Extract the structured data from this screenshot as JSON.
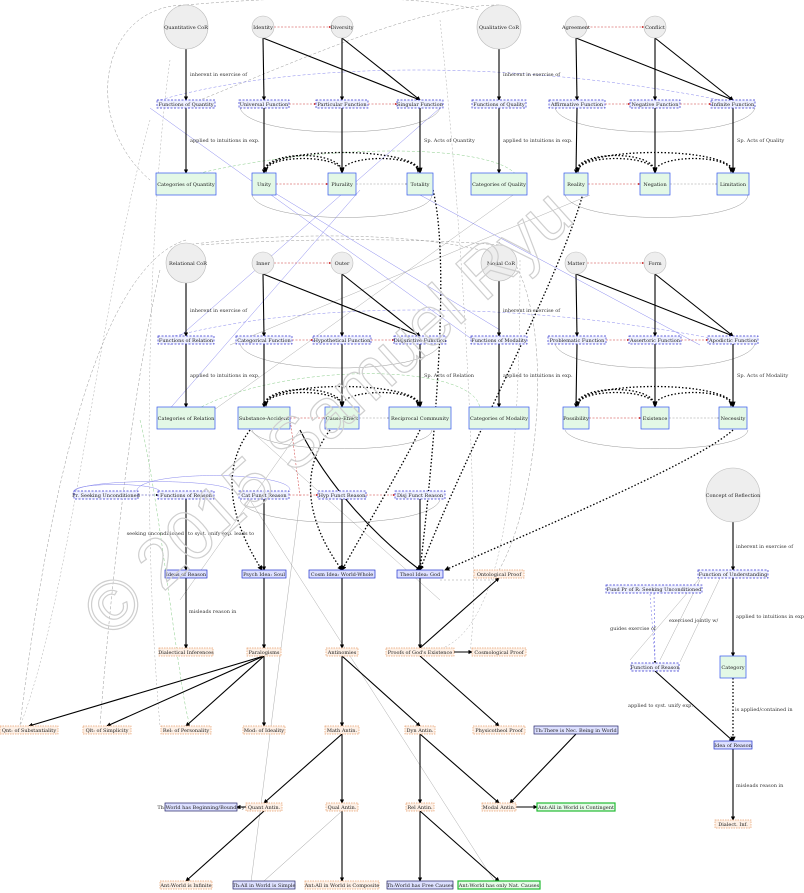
{
  "diagram": {
    "watermark": "© 2015 Samuel Ryu",
    "colors": {
      "circle_fill": "#eeeeee",
      "circle_stroke": "#bbbbbb",
      "function_fill": "#eef0ff",
      "function_stroke": "#3333cc",
      "category_fill": "#e3f8e6",
      "category_stroke": "#3355ee",
      "idea_fill": "#dde0ff",
      "idea_stroke": "#2233cc",
      "result_fill": "#fdf0e6",
      "result_stroke": "#e6a070",
      "thesis_fill": "#dde0ff",
      "antithesis_fill": "#e6fbe8",
      "antithesis_stroke": "#22bb33",
      "red_arrow": "#cc3333",
      "blue_line": "#8888ee",
      "green_line": "#88cc88",
      "gray_line": "#999999"
    },
    "nodes": {
      "quantitative_cor": "Quantitative CoR",
      "identity": "Identity",
      "diversity": "Diversity",
      "qualitative_cor": "Qualitative CoR",
      "agreement": "Agreement",
      "conflict": "Conflict",
      "functions_of_quantity": "Functions of Quantity",
      "universal_function": "Universal Function",
      "particular_function": "Particular Function",
      "singular_function": "Singular Function",
      "functions_of_quality": "Functions of Quality",
      "affirmative_function": "Affirmative Function",
      "negative_function": "Negative Function",
      "infinite_function": "Infinite Function",
      "categories_of_quantity": "Categories of Quantity",
      "unity": "Unity",
      "plurality": "Plurality",
      "totality": "Totality",
      "categories_of_quality": "Categories of Quality",
      "reality": "Reality",
      "negation": "Negation",
      "limitation": "Limitation",
      "relational_cor": "Relational CoR",
      "inner": "Inner",
      "outer": "Outer",
      "modal_cor": "Modal CoR",
      "matter": "Matter",
      "form": "Form",
      "functions_of_relation": "Functions of Relation",
      "categorical_function": "Categorical Function",
      "hypothetical_function": "Hypothetical Function",
      "disjunctive_function": "Disjunctive Function",
      "functions_of_modality": "Functions of Modality",
      "problematic_function": "Problematic Function",
      "assertoric_function": "Assertoric Function",
      "apodictic_function": "Apodictic Function",
      "categories_of_relation": "Categories of Relation",
      "substance_accident": "Substance-Accident",
      "cause_effect": "Cause-Effect",
      "reciprocal_community": "Reciprocal Community",
      "categories_of_modality": "Categories of Modality",
      "possibility": "Possibility",
      "existence": "Existence",
      "necessity": "Necessity",
      "pr_seeking_unconditioned": "Pr. Seeking Unconditioned",
      "functions_of_reason": "Functions of Reason",
      "cat_funct_reason": "Cat Funct Reason",
      "hyp_funct_reason": "Hyp Funct Reason",
      "disj_funct_reason": "Disj Funct Reason",
      "concept_of_reflection": "Concept of Reflection",
      "ideas_of_reason": "Ideas of Reason",
      "psych_idea_soul": "Psych Idea: Soul",
      "cosm_idea_world_whole": "Cosm Idea: World-Whole",
      "theol_idea_god": "Theol Idea: God",
      "ontological_proof": "Ontological Proof",
      "function_of_understanding": "Function of Understanding",
      "fund_pr_seeking": "Fund Pr of R: Seeking Unconditioned",
      "dialectical_inferences": "Dialectical Inferences",
      "paralogisms": "Paralogisms",
      "antinomies": "Antinomies",
      "proofs_of_gods_existence": "Proofs of God's Existence",
      "cosmological_proof": "Cosmological Proof",
      "function_of_reason": "Function of Reason",
      "category": "Category",
      "qnt_of_substantiality": "Qnt: of Substantiality",
      "qlt_of_simplicity": "Qlt: of Simplicity",
      "rel_of_personality": "Rel: of Personality",
      "mod_of_ideality": "Mod: of Ideality",
      "math_antin": "Math Antin.",
      "dyn_antin": "Dyn Antin.",
      "physicotheol_proof": "Physicotheol Proof",
      "th_there_is_nec_being": "Th:There is Nec. Being in World",
      "idea_of_reason": "Idea of Reason",
      "th_world_has_beginning": "Th:World has Beginning/Boundary",
      "quant_antin": "Quant Antin.",
      "qual_antin": "Qual Antin.",
      "rel_antin": "Rel Antin.",
      "modal_antin": "Modal Antin.",
      "ant_all_in_world_contingent": "Ant:All in World is Contingent",
      "dialect_inf": "Dialect. Inf.",
      "ant_world_is_infinite": "Ant:World is Infinite",
      "th_all_in_world_simple": "Th:All in World is Simple",
      "ant_all_in_world_composite": "Ant:All in World is Composite",
      "th_world_has_free_causes": "Th:World has Free Causes",
      "ant_world_has_only_nat_causes": "Ant:World has only Nat. Causes"
    },
    "edge_labels": {
      "inherent_quantitative": "inherent in exercise of",
      "inherent_qualitative": "inherent in exercise of",
      "inherent_relational": "inherent in exercise of",
      "inherent_modal": "inherent in exercise of",
      "inherent_reflection": "inherent in exercise of",
      "applied_quantity": "applied to intuitions in exp.",
      "applied_quality": "applied to intuitions in exp.",
      "applied_relation": "applied to intuitions in exp.",
      "applied_modality": "applied to intuitions in exp.",
      "applied_understanding": "applied to intuitions in exp.",
      "sp_acts_quantity": "Sp. Acts of Quantity",
      "sp_acts_quality": "Sp. Acts of Quality",
      "sp_acts_relation": "Sp. Acts of Relation",
      "sp_acts_modality": "Sp. Acts of Modality",
      "seeking_unconditioned": "seeking unconditioned",
      "to_syst_unify": "to syst. unify exp. leads to",
      "misleads_reason": "misleads reason in",
      "misleads_reason_2": "misleads reason in",
      "guides_exercise": "guides exercise of",
      "exercised_jointly": "exercised jointly w/",
      "applied_to_syst": "applied to syst. unify exp.",
      "is_applied_contained": "is applied/contained in"
    }
  }
}
